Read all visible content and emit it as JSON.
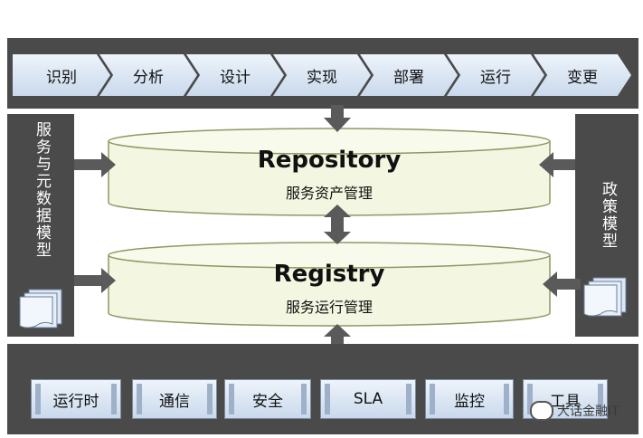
{
  "lifecycle": {
    "stages": [
      "识别",
      "分析",
      "设计",
      "实现",
      "部署",
      "运行",
      "变更"
    ]
  },
  "left_panel": {
    "label": "服务与元数据模型"
  },
  "right_panel": {
    "label": "政策模型"
  },
  "repository": {
    "title": "Repository",
    "subtitle": "服务资产管理"
  },
  "registry": {
    "title": "Registry",
    "subtitle": "服务运行管理"
  },
  "infrastructure": {
    "items": [
      "运行时",
      "通信",
      "安全",
      "SLA",
      "监控",
      "工具"
    ]
  },
  "watermark": {
    "text": "大话金融IT"
  },
  "colors": {
    "band": "#4a4a4a",
    "cylinder_fill": "#f3f7e2",
    "cylinder_stroke": "#8a9a64",
    "arrow": "#5a5a5a",
    "stage_fill_top": "#eef4fb",
    "stage_fill_bottom": "#c9d9ec"
  }
}
